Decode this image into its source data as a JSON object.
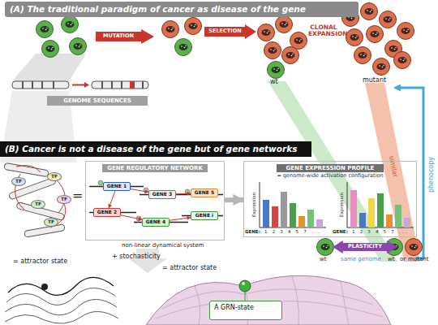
{
  "diagram": {
    "nodes": [
      {
        "text": [
          "(A) The traditional paradigm of cancer as disease of the gene"
        ]
      },
      {
        "text": [
          "MUTATION"
        ]
      },
      {
        "text": [
          "SELECTION"
        ]
      },
      {
        "text": [
          "GENOME SEQUENCES"
        ]
      },
      {
        "text": [
          "(B) Cancer is not a disease of the gene but of gene networks"
        ]
      },
      {
        "text": [
          "TF"
        ]
      },
      {
        "text": [
          "TF"
        ]
      },
      {
        "text": [
          "TF"
        ]
      },
      {
        "text": [
          "TF"
        ]
      },
      {
        "text": [
          "TF"
        ]
      },
      {
        "text": [
          "GENE REGULATORY NETWORK"
        ]
      },
      {
        "text": [
          "GENE 1"
        ],
        "in": 10
      },
      {
        "text": [
          "GENE 3"
        ],
        "in": 10
      },
      {
        "text": [
          "GENE 5"
        ],
        "in": 10
      },
      {
        "text": [
          "GENE 2"
        ],
        "in": 10
      },
      {
        "text": [
          "GENE 4"
        ],
        "in": 10
      },
      {
        "text": [
          "GENE i"
        ],
        "in": 10
      },
      {
        "text": [
          "GENE EXPRESSION PROFILE",
          "= genome-wide activation configuration"
        ]
      },
      {
        "text": [
          "PLASTICITY"
        ]
      },
      {
        "text": [
          "A GRN-state"
        ]
      }
    ],
    "edges": [
      {
        "from": 10,
        "to": 17,
        "arrow": "to"
      },
      {
        "from": 11,
        "to": 12,
        "arrow": "to"
      },
      {
        "from": 12,
        "to": 13,
        "arrow": "to"
      },
      {
        "from": 11,
        "to": 14,
        "arrow": "to"
      },
      {
        "from": 14,
        "to": 15,
        "arrow": "to"
      },
      {
        "from": 15,
        "to": 16,
        "arrow": "to"
      }
    ],
    "labels": [
      "CLONAL EXPANSION",
      "wt",
      "mutant",
      "similar",
      "phenocopy",
      "=",
      "non-linear dynamical system",
      "Expression",
      "GENE:",
      "1 2 3 4 5 7 ...",
      "Expression",
      "GENE:",
      "1 2 3 4 5 7 ...",
      "+ stochasticity",
      "wt",
      "wt",
      "or",
      "mutant",
      "same genome",
      "= attractor state",
      "= attractor state"
    ]
  }
}
